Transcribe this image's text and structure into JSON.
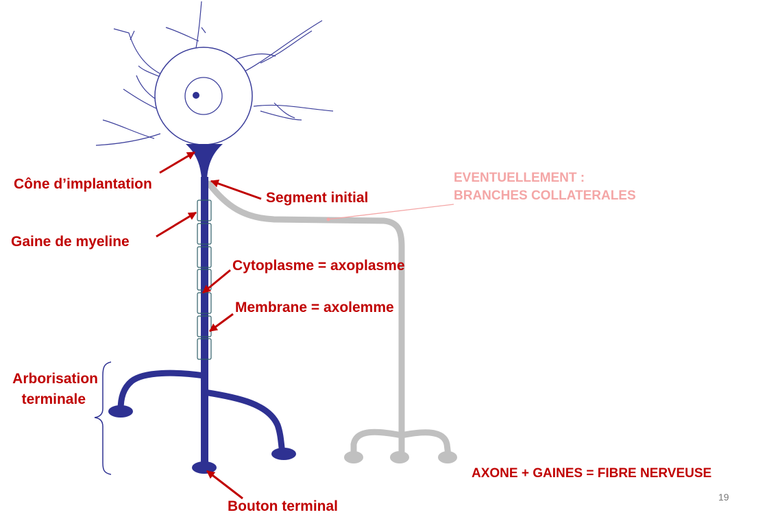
{
  "labels": {
    "cone": "Cône d’implantation",
    "segment": "Segment initial",
    "gaine": "Gaine de myeline",
    "cytoplasme": "Cytoplasme = axoplasme",
    "membrane": "Membrane = axolemme",
    "arborisation_1": "Arborisation",
    "arborisation_2": "terminale",
    "bouton": "Bouton terminal",
    "eventuellement_1": "EVENTUELLEMENT :",
    "eventuellement_2": "BRANCHES COLLATERALES",
    "axone_gaines": "AXONE + GAINES = FIBRE NERVEUSE"
  },
  "page_number": "19",
  "colors": {
    "neuron": "#2e3192",
    "cell_outline": "#3a3d9a",
    "label_red": "#c00000",
    "arrow_red": "#c00000",
    "collateral_grey": "#c0c0c0",
    "collateral_label": "#f4a6a6",
    "myelin": "#2f5f68"
  }
}
